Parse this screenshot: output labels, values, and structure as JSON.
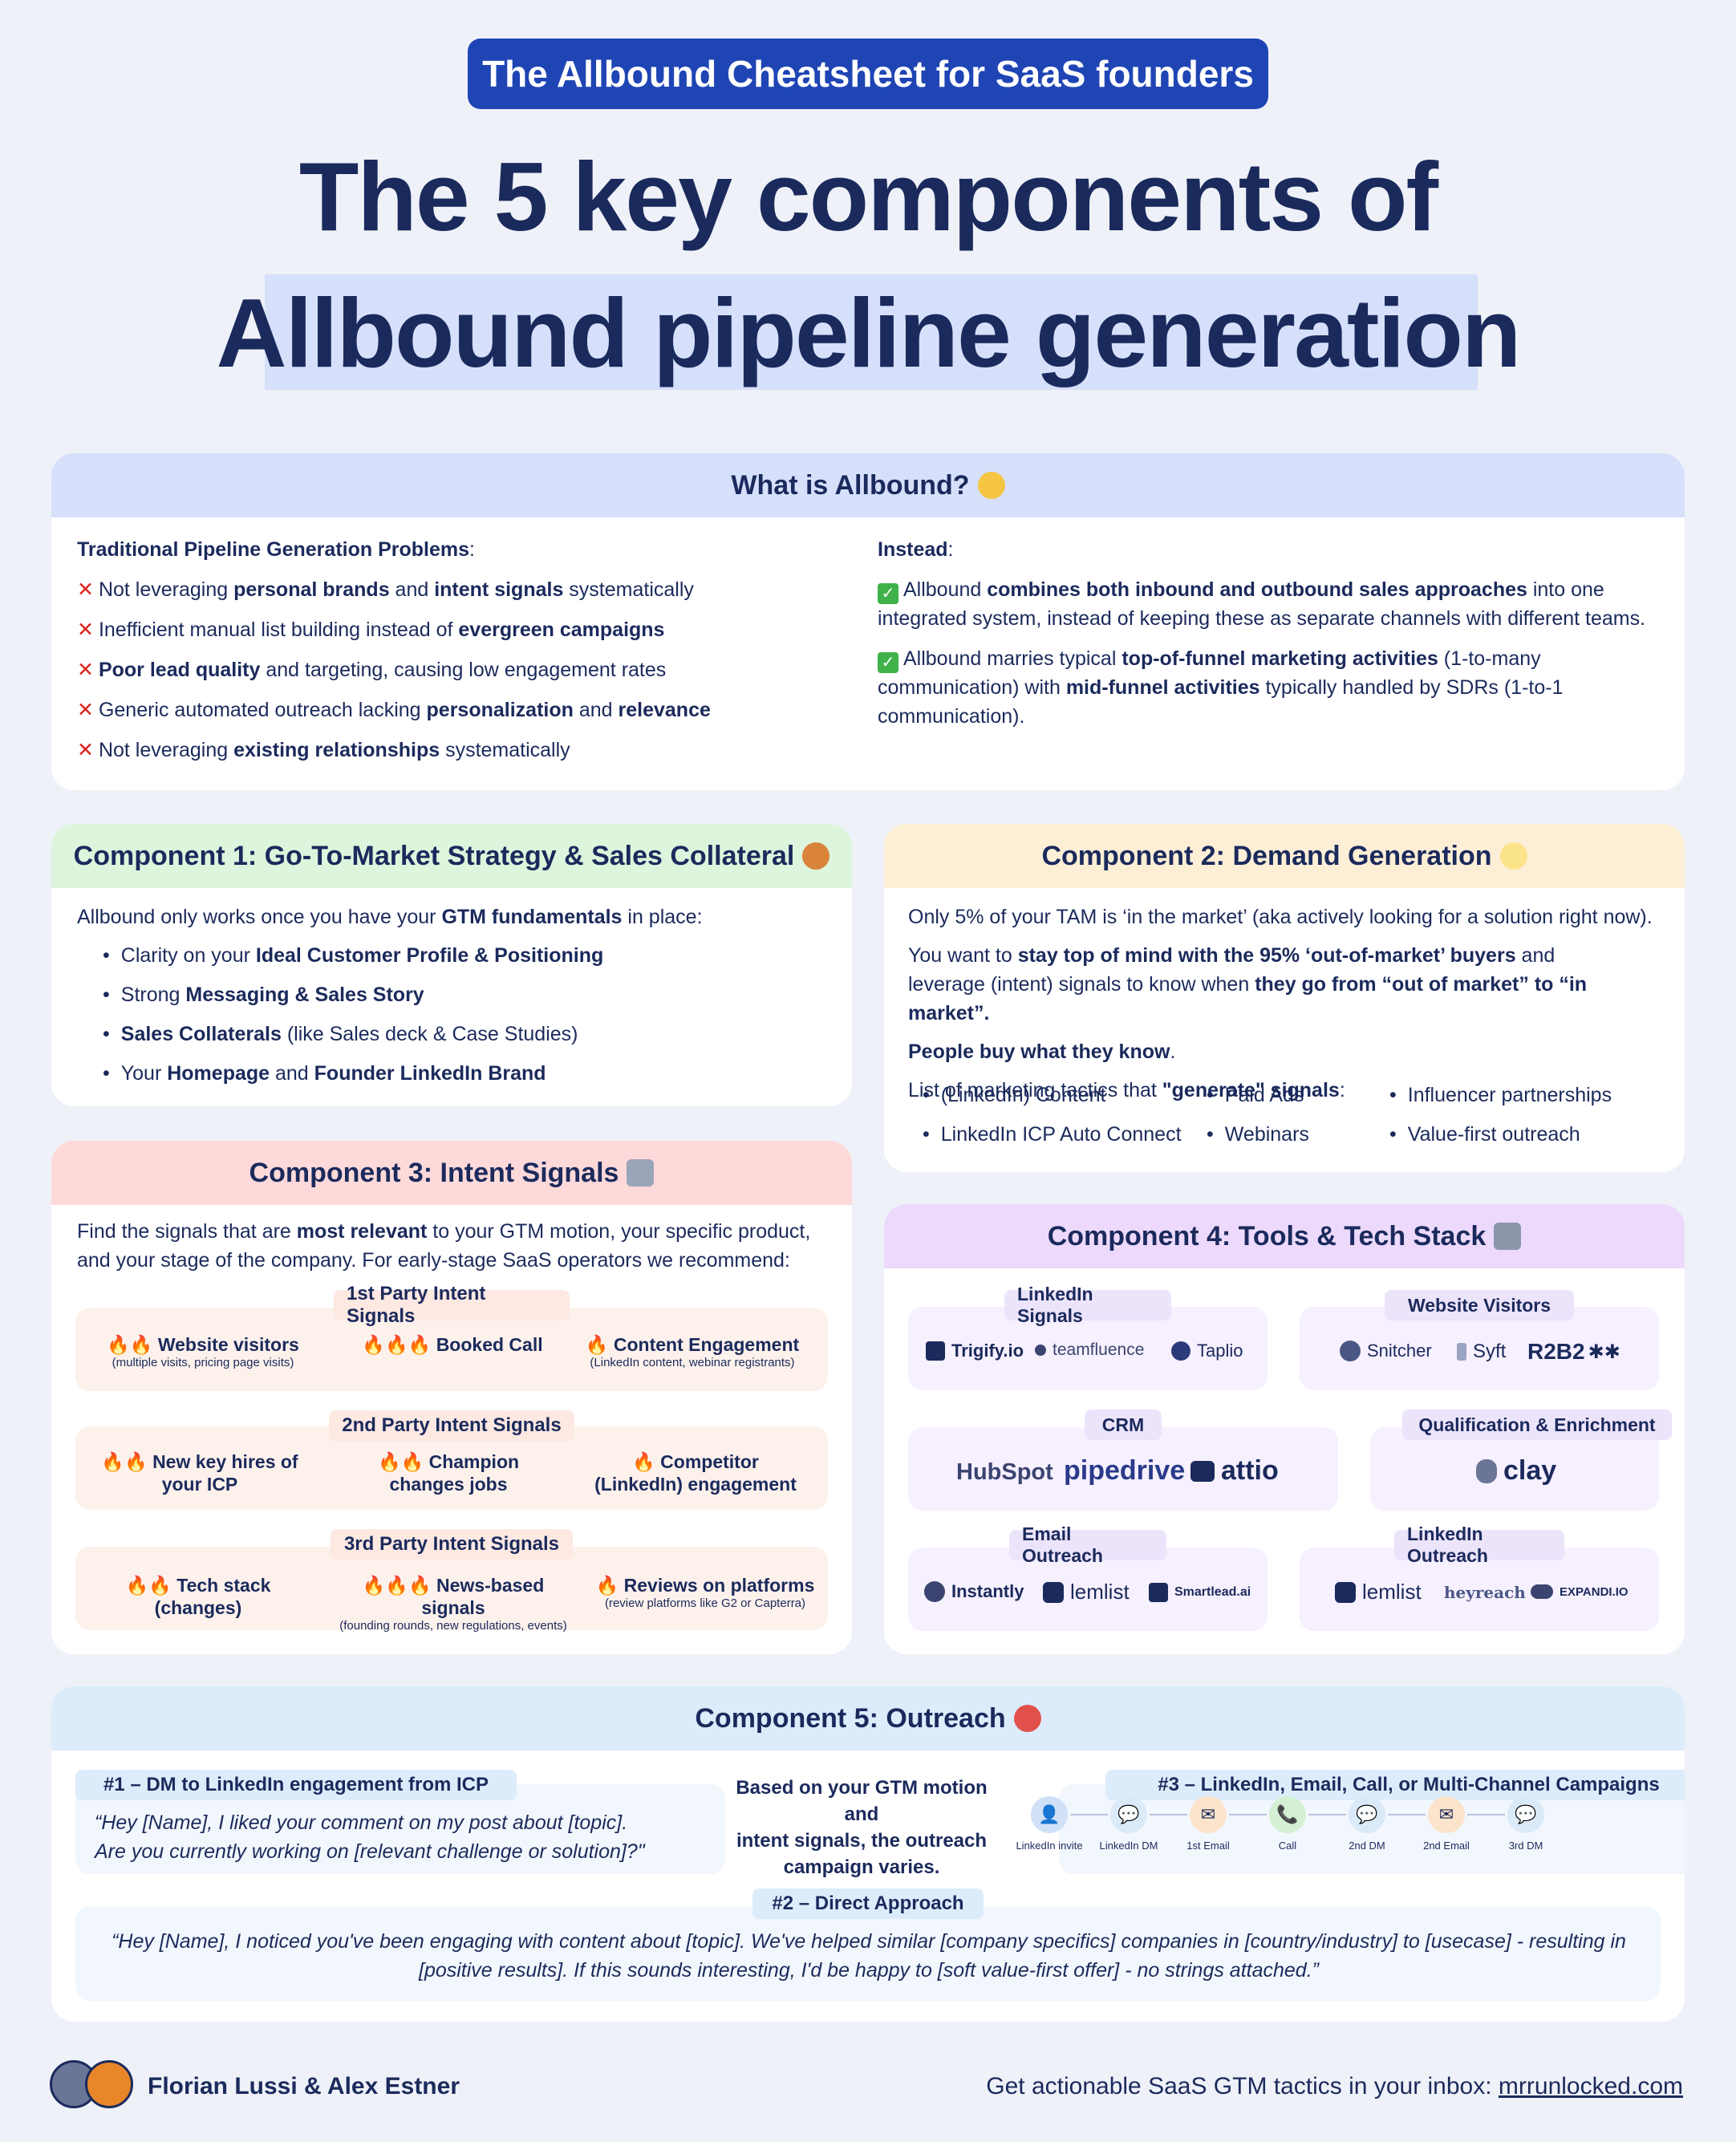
{
  "header": {
    "pill": "The Allbound Cheatsheet for SaaS founders",
    "title_line1": "The 5 key components of",
    "title_line2": "Allbound pipeline generation"
  },
  "what": {
    "title": "What is Allbound?",
    "left_heading": "Traditional Pipeline Generation Problems",
    "left_items": [
      {
        "a": "Not leveraging ",
        "b": "personal brands",
        "c": " and ",
        "d": "intent signals",
        "e": " systematically"
      },
      {
        "a": "Inefficient manual list building instead of ",
        "b": "evergreen campaigns",
        "c": "",
        "d": "",
        "e": ""
      },
      {
        "a": "",
        "b": "Poor lead quality",
        "c": " and targeting, causing low engagement rates",
        "d": "",
        "e": ""
      },
      {
        "a": "Generic automated outreach lacking ",
        "b": "personalization",
        "c": " and ",
        "d": "relevance",
        "e": ""
      },
      {
        "a": "Not leveraging ",
        "b": "existing relationships",
        "c": " systematically",
        "d": "",
        "e": ""
      }
    ],
    "right_heading": "Instead",
    "right_p1": {
      "a": "Allbound ",
      "b": "combines both inbound and outbound sales approaches",
      "c": " into one integrated system, instead of keeping these as separate channels with different teams."
    },
    "right_p2": {
      "a": "Allbound marries typical ",
      "b": "top-of-funnel marketing activities",
      "c": " (1-to-many communication) with ",
      "d": "mid-funnel activities",
      "e": " typically handled by SDRs (1-to-1 communication)."
    }
  },
  "c1": {
    "title": "Component 1: Go-To-Market Strategy & Sales Collateral",
    "intro_a": "Allbound only works once you have your ",
    "intro_b": "GTM fundamentals",
    "intro_c": " in place:",
    "items": [
      {
        "a": "Clarity on your ",
        "b": "Ideal Customer Profile & Positioning",
        "c": ""
      },
      {
        "a": "Strong ",
        "b": "Messaging & Sales Story",
        "c": ""
      },
      {
        "a": "",
        "b": "Sales Collaterals",
        "c": " (like Sales deck & Case Studies)"
      },
      {
        "a": "Your ",
        "b": "Homepage",
        "c": " and ",
        "d": "Founder LinkedIn Brand"
      }
    ]
  },
  "c2": {
    "title": "Component 2: Demand Generation",
    "p1": "Only 5% of your TAM is ‘in the market’ (aka actively looking for a solution right now).",
    "p2a": "You want to ",
    "p2b": "stay top of mind with the 95% ‘out-of-market’ buyers",
    "p2c": " and",
    "p2d": "leverage (intent) signals to know when ",
    "p2e": "they go from “out of market” to “in market”.",
    "p3": "People buy what they know",
    "p4a": "List of marketing tactics that ",
    "p4b": "\"generate\" signals",
    "tactics": [
      "(LinkedIn) Content",
      "Paid Ads",
      "Influencer partnerships",
      "LinkedIn ICP Auto Connect",
      "Webinars",
      "Value-first outreach"
    ]
  },
  "c3": {
    "title": "Component 3: Intent Signals",
    "intro_a": "Find the signals that are ",
    "intro_b": "most relevant",
    "intro_c": " to your GTM motion, your specific product,",
    "intro_d": "and your stage of the company. For early-stage SaaS operators we recommend:",
    "groups": [
      {
        "label": "1st Party Intent Signals",
        "items": [
          {
            "fire": "🔥🔥",
            "text": "Website visitors",
            "sub": "(multiple visits, pricing page visits)"
          },
          {
            "fire": "🔥🔥🔥",
            "text": "Booked Call",
            "sub": ""
          },
          {
            "fire": "🔥",
            "text": "Content Engagement",
            "sub": "(LinkedIn content, webinar registrants)"
          }
        ]
      },
      {
        "label": "2nd Party Intent Signals",
        "items": [
          {
            "fire": "🔥🔥",
            "text": "New key hires of your ICP",
            "sub": ""
          },
          {
            "fire": "🔥🔥",
            "text": "Champion changes jobs",
            "sub": ""
          },
          {
            "fire": "🔥",
            "text": "Competitor (LinkedIn) engagement",
            "sub": ""
          }
        ]
      },
      {
        "label": "3rd Party Intent Signals",
        "items": [
          {
            "fire": "🔥🔥",
            "text": "Tech stack (changes)",
            "sub": ""
          },
          {
            "fire": "🔥🔥🔥",
            "text": "News-based signals",
            "sub": "(founding rounds, new regulations, events)"
          },
          {
            "fire": "🔥",
            "text": "Reviews on platforms",
            "sub": "(review platforms like G2 or Capterra)"
          }
        ]
      }
    ]
  },
  "c4": {
    "title": "Component 4: Tools & Tech Stack",
    "groups": [
      {
        "label": "LinkedIn Signals",
        "logos": [
          "Trigify.io",
          "teamfluence",
          "Taplio"
        ]
      },
      {
        "label": "Website Visitors",
        "logos": [
          "Snitcher",
          "Syft",
          "R2B2"
        ]
      },
      {
        "label": "CRM",
        "logos": [
          "HubSpot",
          "pipedrive",
          "attio"
        ]
      },
      {
        "label": "Qualification & Enrichment",
        "logos": [
          "clay"
        ]
      },
      {
        "label": "Email Outreach",
        "logos": [
          "Instantly",
          "lemlist",
          "Smartlead.ai"
        ]
      },
      {
        "label": "LinkedIn Outreach",
        "logos": [
          "lemlist",
          "heyreach",
          "EXPANDI.IO"
        ]
      }
    ]
  },
  "c5": {
    "title": "Component 5: Outreach",
    "dm_label": "#1 – DM to LinkedIn engagement from ICP",
    "dm_text1": "“Hey [Name], I liked your comment on my post about [topic].",
    "dm_text2": "Are you currently working on [relevant challenge or solution]?\"",
    "middle1": "Based on your GTM motion and",
    "middle2": "intent signals, the outreach",
    "middle3": "campaign varies.",
    "multi_label": "#3 – LinkedIn, Email, Call, or Multi-Channel Campaigns",
    "flow": [
      "LinkedIn invite",
      "LinkedIn DM",
      "1st Email",
      "Call",
      "2nd DM",
      "2nd Email",
      "3rd DM"
    ],
    "direct_label": "#2 – Direct Approach",
    "direct_text1": "“Hey [Name], I noticed you've been engaging with content about [topic]. We've helped similar [company specifics] companies in [country/industry] to [usecase] - resulting in",
    "direct_text2": "[positive results]. If this sounds interesting, I'd be happy to [soft value-first offer] - no strings attached.”"
  },
  "footer": {
    "authors": "Florian Lussi & Alex Estner",
    "cta": "Get actionable SaaS GTM tactics in your inbox: ",
    "link": "mrrunlocked.com"
  },
  "colors": {
    "navy": "#1b2a5c",
    "blue": "#1f45b5",
    "what_head": "#d6e0fb",
    "c1_head": "#dcf5dc",
    "c2_head": "#fdefd6",
    "c3_head": "#fdd9d9",
    "c4_head": "#ecd9fb",
    "c5_head": "#dcecfb"
  }
}
